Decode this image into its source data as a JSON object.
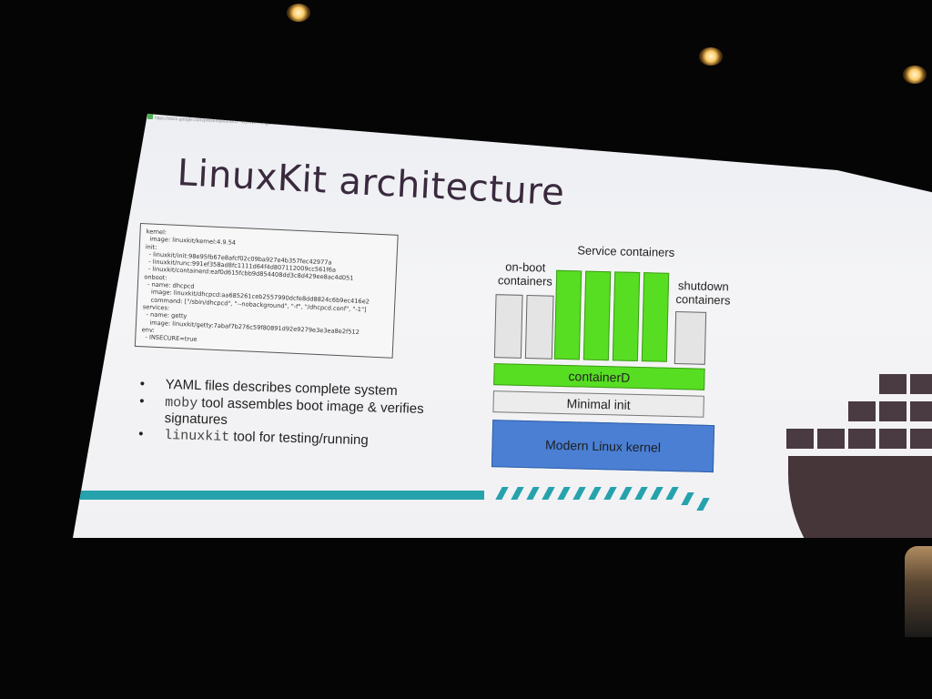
{
  "slide": {
    "url_text": "https://docs.google.com/presentation/d/1P-VBANKTKHgomTRVtwHsLpbPXtS7qTLL6kFrAbqmnaaHNqbnvUOsfvrHzmilnvg_BOcIMkiOOIIbqTNYi0Hsn0tQBXHb0BbB9jUFhXvT6MM09Aokgcoxbf_zfo_pane=/slide/ab.g48f90886_1_1",
    "title": "LinuxKit architecture",
    "yaml_lines": [
      "kernel:",
      "  image: linuxkit/kernel:4.9.54",
      "init:",
      "  - linuxkit/init:98e95fb67e8afcf02c09ba927e4b357fec42977a",
      "  - linuxkit/runc:991ef358ad8fc1111d64f4d807112009cc561f6a",
      "  - linuxkit/containerd:eaf0d615fcbb9d854408dd3c8d429ee8ac4d051",
      "onboot:",
      "  - name: dhcpcd",
      "    image: linuxkit/dhcpcd:aa685261ceb2557990dcfe8dd8824c6b9ec416e2",
      "    command: [\"/sbin/dhcpcd\", \"--nobackground\", \"-f\", \"/dhcpcd.conf\", \"-1\"]",
      "services:",
      "  - name: getty",
      "    image: linuxkit/getty:7abaf7b276c59f80891d92e9279e3e3ea8e2f512",
      "env:",
      "  - INSECURE=true"
    ],
    "bullets": [
      {
        "mono": "",
        "text": "YAML files describes complete system"
      },
      {
        "mono": "moby",
        "text": " tool assembles boot image & verifies signatures"
      },
      {
        "mono": "linuxkit",
        "text": " tool for testing/running"
      }
    ],
    "diagram": {
      "onboot_label": "on-boot containers",
      "service_label": "Service containers",
      "shutdown_label": "shutdown containers",
      "containerd_label": "containerD",
      "init_label": "Minimal init",
      "kernel_label": "Modern Linux kernel",
      "onboot_count": 2,
      "service_count": 4,
      "shutdown_count": 1
    },
    "colors": {
      "accent_green": "#57de22",
      "kernel_blue": "#4a7fd4",
      "stripe_teal": "#26a2ad",
      "title_color": "#3a2a3e"
    }
  }
}
